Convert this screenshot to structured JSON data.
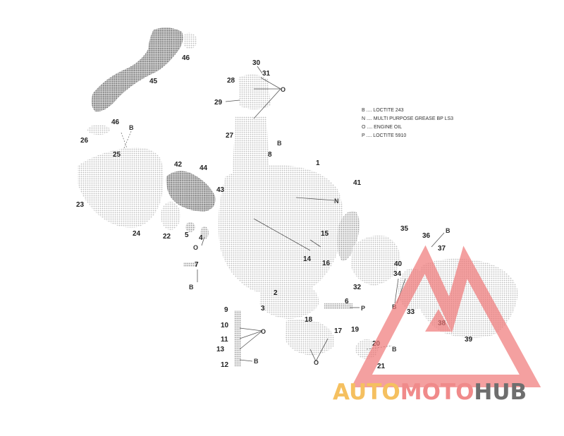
{
  "legend": [
    {
      "code": "B",
      "text": "B .... LOCTITE 243"
    },
    {
      "code": "N",
      "text": "N .... MULTI PURPOSE GREASE BP LS3"
    },
    {
      "code": "O",
      "text": "O .... ENGINE OIL"
    },
    {
      "code": "P",
      "text": "P .... LOCTITE 5910"
    }
  ],
  "callouts": [
    {
      "id": "1",
      "label": "1"
    },
    {
      "id": "2",
      "label": "2"
    },
    {
      "id": "3",
      "label": "3"
    },
    {
      "id": "4",
      "label": "4"
    },
    {
      "id": "5",
      "label": "5"
    },
    {
      "id": "6",
      "label": "6"
    },
    {
      "id": "7",
      "label": "7"
    },
    {
      "id": "8",
      "label": "8"
    },
    {
      "id": "9",
      "label": "9"
    },
    {
      "id": "10",
      "label": "10"
    },
    {
      "id": "11",
      "label": "11"
    },
    {
      "id": "12",
      "label": "12"
    },
    {
      "id": "13",
      "label": "13"
    },
    {
      "id": "14",
      "label": "14"
    },
    {
      "id": "15",
      "label": "15"
    },
    {
      "id": "16",
      "label": "16"
    },
    {
      "id": "17",
      "label": "17"
    },
    {
      "id": "18",
      "label": "18"
    },
    {
      "id": "19",
      "label": "19"
    },
    {
      "id": "20",
      "label": "20"
    },
    {
      "id": "21",
      "label": "21"
    },
    {
      "id": "22",
      "label": "22"
    },
    {
      "id": "23",
      "label": "23"
    },
    {
      "id": "24",
      "label": "24"
    },
    {
      "id": "25",
      "label": "25"
    },
    {
      "id": "26",
      "label": "26"
    },
    {
      "id": "27",
      "label": "27"
    },
    {
      "id": "28",
      "label": "28"
    },
    {
      "id": "29",
      "label": "29"
    },
    {
      "id": "30",
      "label": "30"
    },
    {
      "id": "31",
      "label": "31"
    },
    {
      "id": "32",
      "label": "32"
    },
    {
      "id": "33",
      "label": "33"
    },
    {
      "id": "34",
      "label": "34"
    },
    {
      "id": "35",
      "label": "35"
    },
    {
      "id": "36",
      "label": "36"
    },
    {
      "id": "37",
      "label": "37"
    },
    {
      "id": "38",
      "label": "38"
    },
    {
      "id": "39",
      "label": "39"
    },
    {
      "id": "40",
      "label": "40"
    },
    {
      "id": "41",
      "label": "41"
    },
    {
      "id": "42",
      "label": "42"
    },
    {
      "id": "43",
      "label": "43"
    },
    {
      "id": "44",
      "label": "44"
    },
    {
      "id": "45",
      "label": "45"
    },
    {
      "id": "46a",
      "label": "46"
    },
    {
      "id": "46b",
      "label": "46"
    }
  ],
  "symbols": [
    {
      "id": "s-o-top",
      "label": "O"
    },
    {
      "id": "s-b-25",
      "label": "B"
    },
    {
      "id": "s-b-8",
      "label": "B"
    },
    {
      "id": "s-n-1",
      "label": "N"
    },
    {
      "id": "s-o-4",
      "label": "O"
    },
    {
      "id": "s-b-7",
      "label": "B"
    },
    {
      "id": "s-p-6",
      "label": "P"
    },
    {
      "id": "s-o-10",
      "label": "O"
    },
    {
      "id": "s-b-12",
      "label": "B"
    },
    {
      "id": "s-o-17",
      "label": "O"
    },
    {
      "id": "s-b-20",
      "label": "B"
    },
    {
      "id": "s-b-34",
      "label": "B"
    },
    {
      "id": "s-b-36",
      "label": "B"
    }
  ],
  "watermark": {
    "part1": "AUTO",
    "part2": "MOTO",
    "part3": "HUB",
    "color1": "#f5c060",
    "color2": "#f08a8a",
    "color3": "#6e6e6e",
    "logo_color": "#f07878"
  },
  "colors": {
    "dot_light": "#c8c8c8",
    "dot_dark": "#8a8a8a",
    "text": "#222222"
  }
}
